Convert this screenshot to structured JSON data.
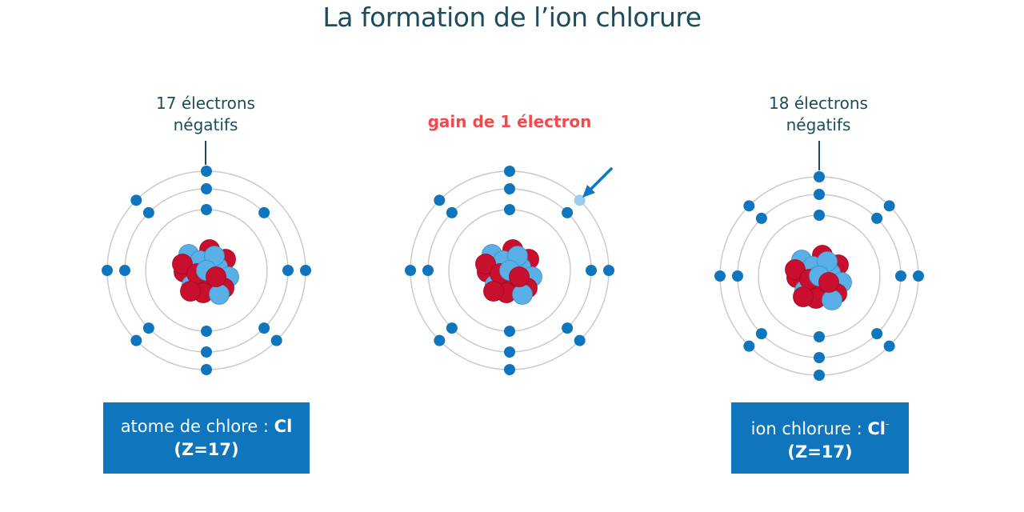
{
  "title": "La formation de l’ion chlorure",
  "left": {
    "label_line1": "17 électrons",
    "label_line2": "négatifs",
    "box_text": "atome de chlore : ",
    "box_symbol": "Cl",
    "box_line2": "(Z=17)",
    "electron_count": 17
  },
  "middle": {
    "label": "gain de 1 électron",
    "electron_count": 17,
    "added_electrons": 1
  },
  "right": {
    "label_line1": "18 électrons",
    "label_line2": "négatifs",
    "box_text": "ion chlorure : ",
    "box_symbol": "Cl",
    "box_charge": "-",
    "box_line2": "(Z=17)",
    "electron_count": 18
  },
  "colors": {
    "title": "#1d4c5c",
    "electron": "#0f75bc",
    "added_electron": "#9ccbec",
    "arrow": "#0f75bc",
    "proton": "#c8102e",
    "neutron": "#5aafe6",
    "orbit": "#c8c8c8",
    "box": "#0f75bc",
    "gain_text": "#ef4b4f"
  }
}
